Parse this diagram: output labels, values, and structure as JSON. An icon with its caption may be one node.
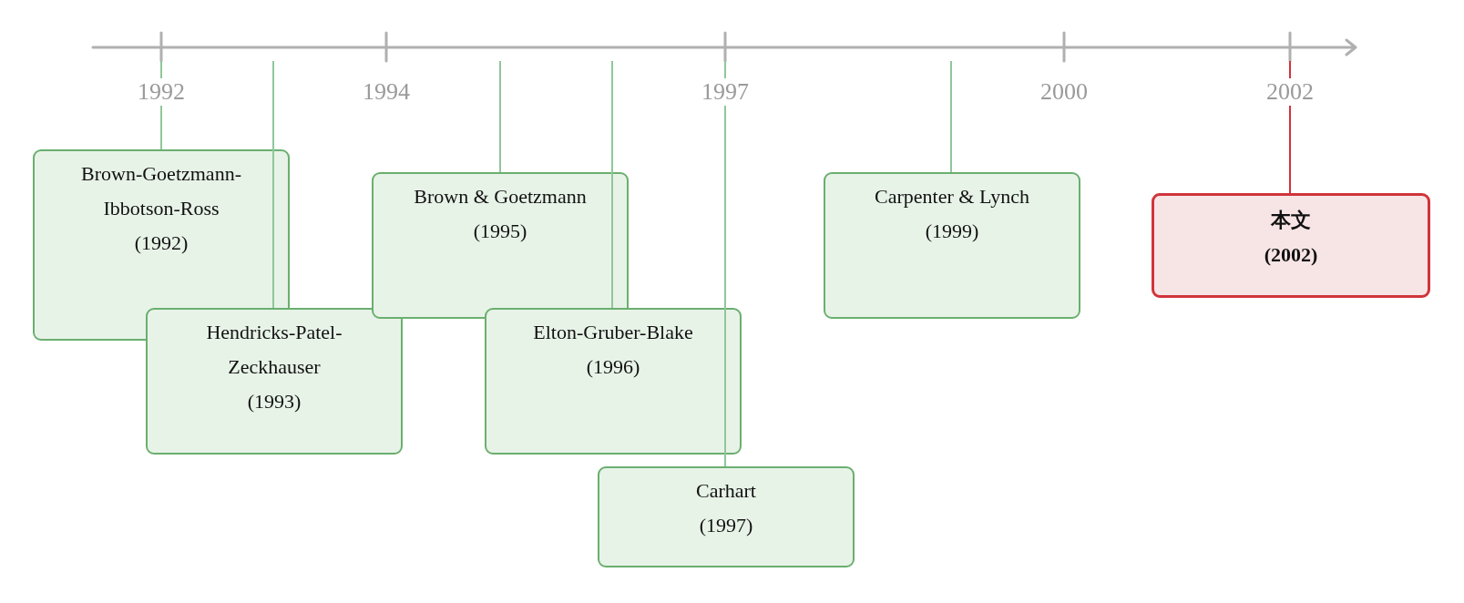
{
  "diagram": {
    "nodes": [
      {
        "text": [
          "Brown-Goetzmann-Ibbotson-Ross",
          "(1992)"
        ]
      },
      {
        "text": [
          "Hendricks-Patel-Zeckhauser",
          "(1993)"
        ]
      },
      {
        "text": [
          "Brown & Goetzmann",
          "(1995)"
        ]
      },
      {
        "text": [
          "Elton-Gruber-Blake",
          "(1996)"
        ]
      },
      {
        "text": [
          "Carhart",
          "(1997)"
        ]
      },
      {
        "text": [
          "Carpenter & Lynch",
          "(1999)"
        ]
      },
      {
        "text": [
          "本文",
          "(2002)"
        ]
      }
    ],
    "edges": [
      {
        "from": null,
        "to": 0,
        "arrow": "none"
      },
      {
        "from": null,
        "to": 1,
        "arrow": "none"
      },
      {
        "from": null,
        "to": 2,
        "arrow": "none"
      },
      {
        "from": null,
        "to": 3,
        "arrow": "none"
      },
      {
        "from": null,
        "to": 4,
        "arrow": "none"
      },
      {
        "from": null,
        "to": 5,
        "arrow": "none"
      },
      {
        "from": null,
        "to": 6,
        "arrow": "none",
        "color": "#d0343a"
      }
    ],
    "labels": [
      "1992",
      "1994",
      "1997",
      "2000",
      "2002"
    ]
  }
}
